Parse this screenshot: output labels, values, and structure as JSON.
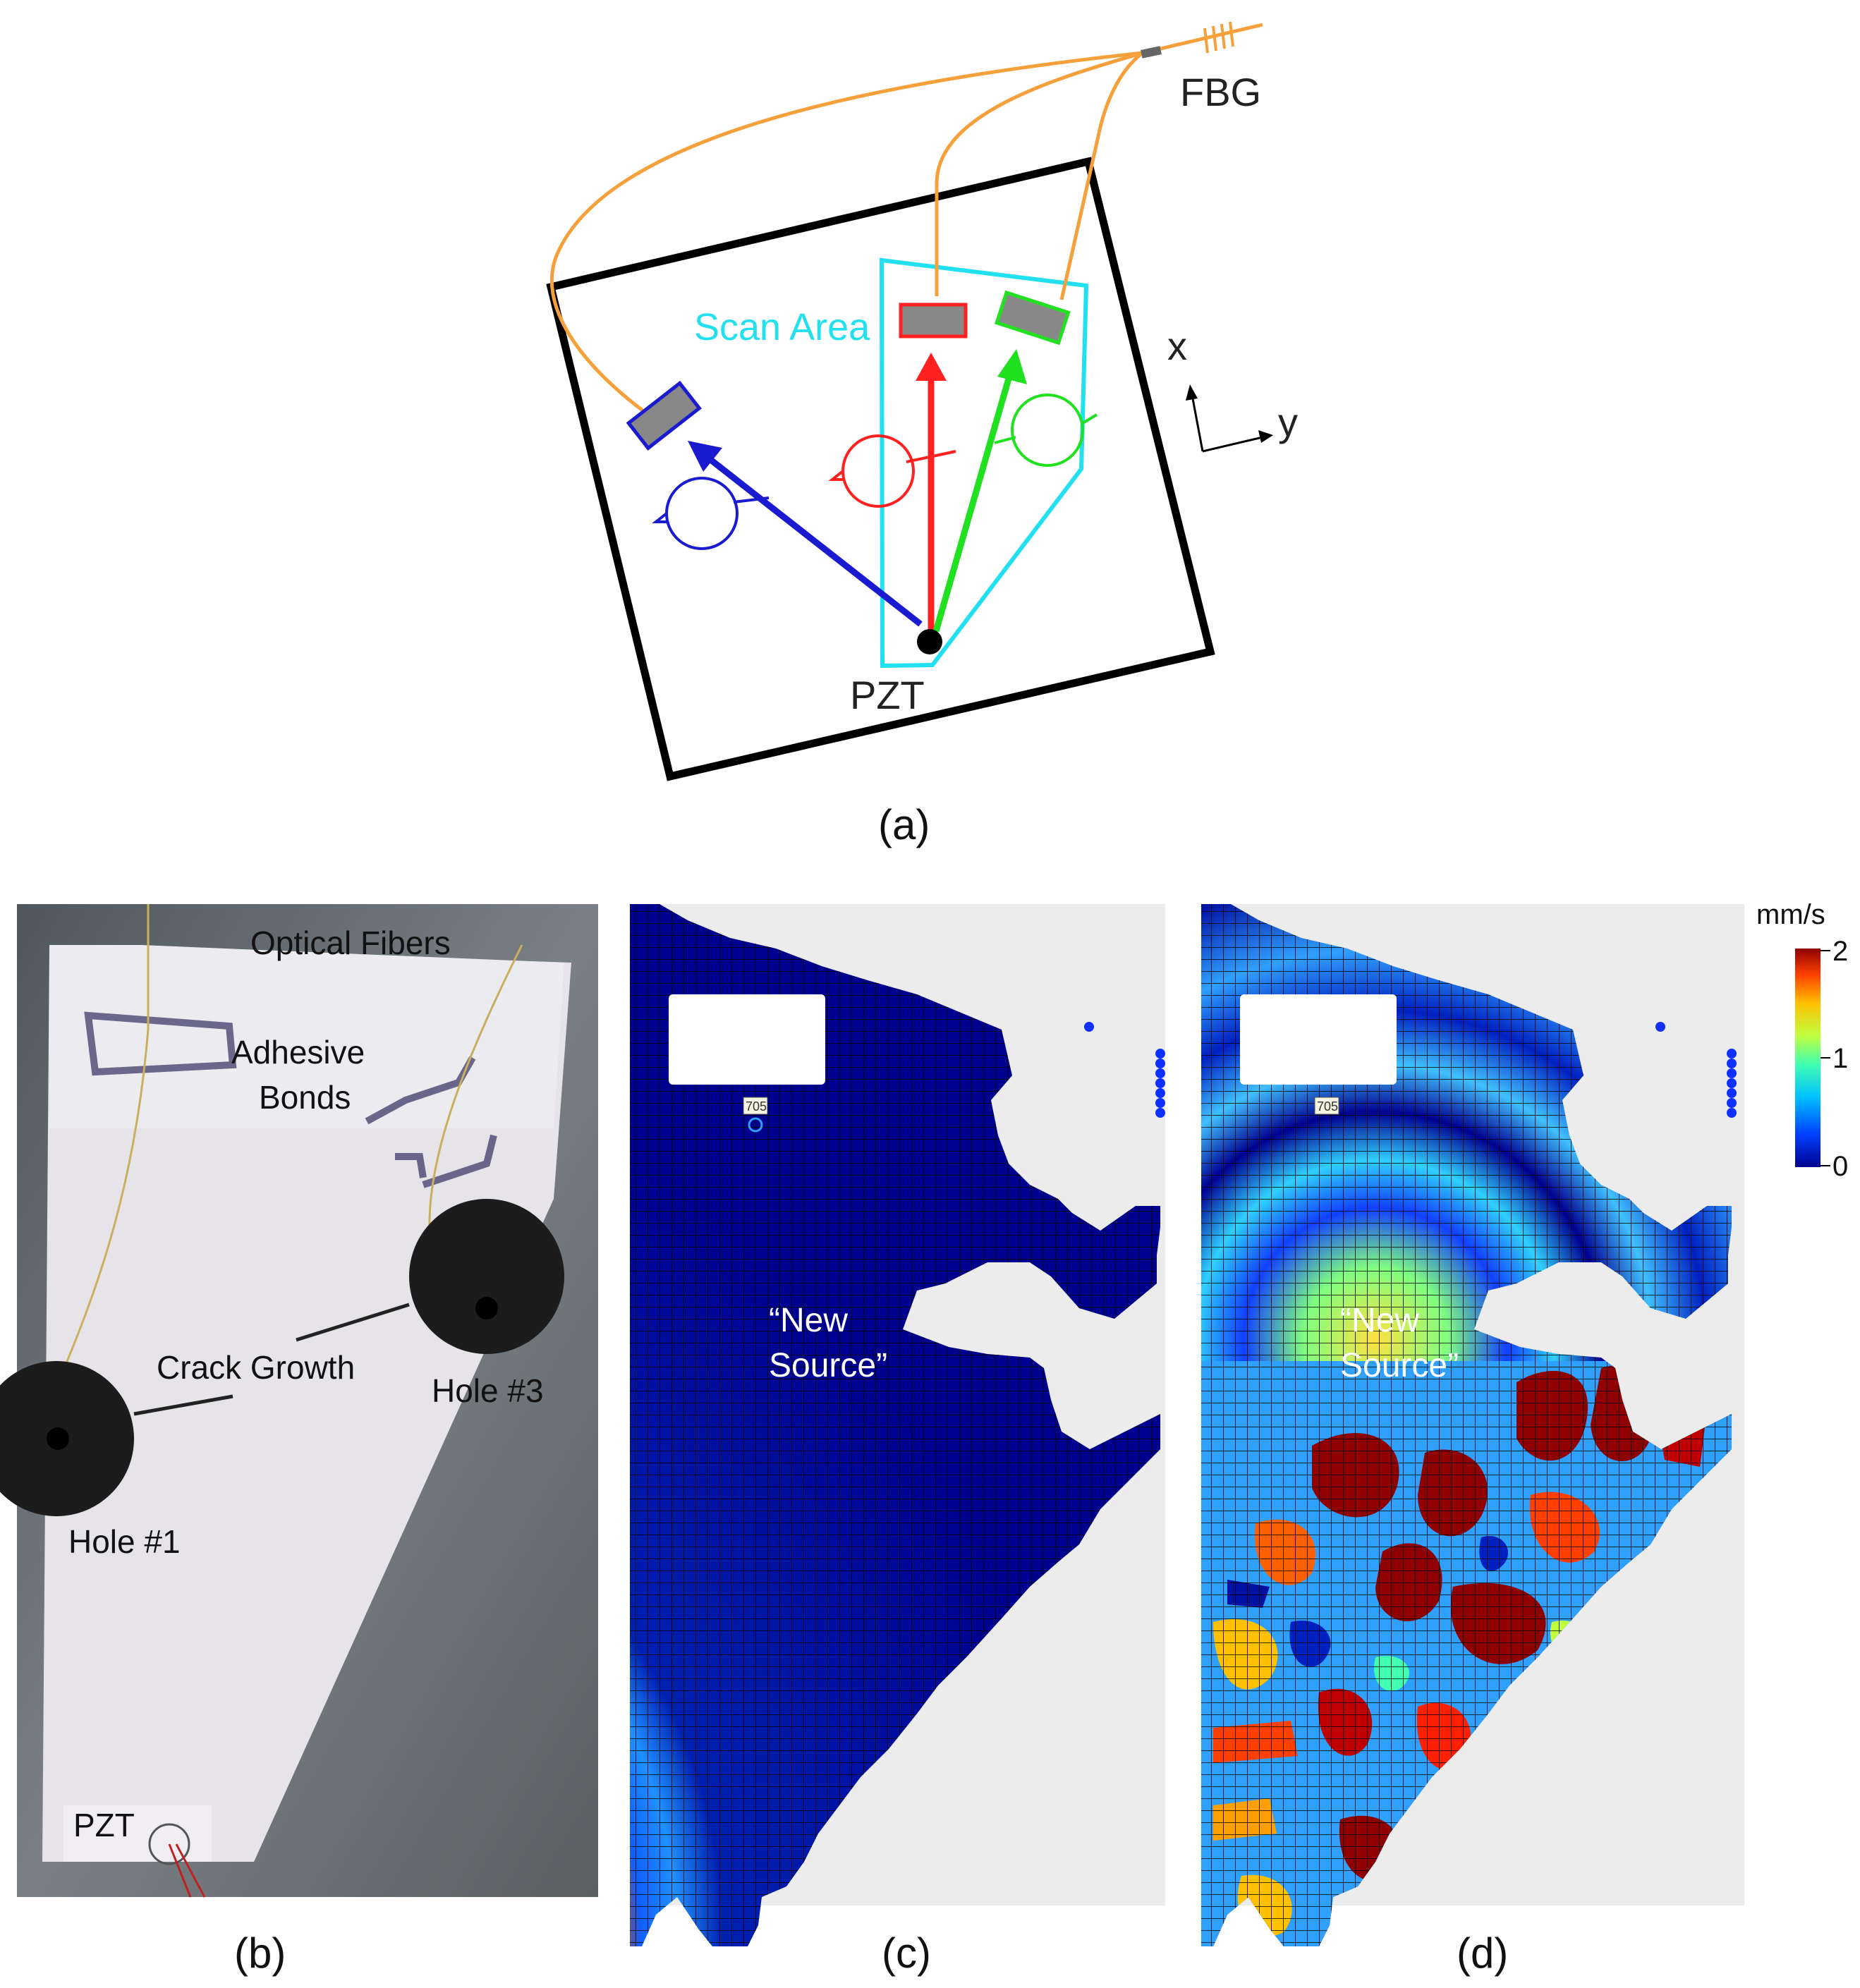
{
  "panel_a": {
    "label": "(a)",
    "fbg_label": "FBG",
    "scan_area_label": "Scan Area",
    "pzt_label": "PZT",
    "axis_x": "x",
    "axis_y": "y",
    "colors": {
      "fiber": "#f5a03a",
      "scan_area": "#22e0f0",
      "blue_path": "#1a1ad0",
      "red_path": "#ff2020",
      "green_path": "#20e020"
    }
  },
  "panel_b": {
    "label": "(b)",
    "optical_fibers": "Optical Fibers",
    "adhesive_line1": "Adhesive",
    "adhesive_line2": "Bonds",
    "crack_growth": "Crack Growth",
    "hole3": "Hole #3",
    "hole1": "Hole #1",
    "pzt": "PZT"
  },
  "panel_c": {
    "label": "(c)",
    "point_id": "705",
    "new_line1": "“New",
    "new_line2": "Source”"
  },
  "panel_d": {
    "label": "(d)",
    "point_id": "705",
    "new_line1": "“New",
    "new_line2": "Source”"
  },
  "colorbar": {
    "unit": "mm/s",
    "ticks": [
      "2",
      "1",
      "0"
    ],
    "range": [
      0,
      2
    ],
    "colors": [
      "#00008f",
      "#0040ff",
      "#00c0ff",
      "#40ffb0",
      "#c0ff40",
      "#ffc000",
      "#ff4000",
      "#8f0000"
    ]
  }
}
